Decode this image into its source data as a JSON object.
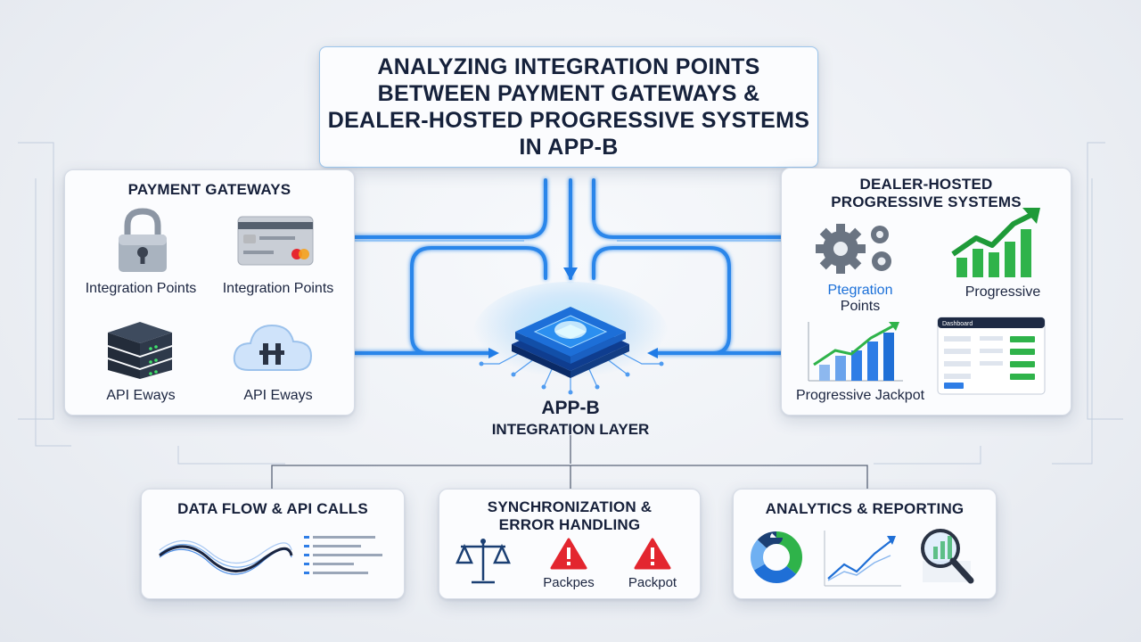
{
  "title": {
    "lines": [
      "ANALYZING INTEGRATION POINTS",
      "BETWEEN PAYMENT GATEWAYS &",
      "DEALER-HOSTED PROGRESSIVE SYSTEMS",
      "IN APP-B"
    ]
  },
  "left_panel": {
    "heading": "PAYMENT GATEWAYS",
    "items": [
      {
        "label": "Integration Points",
        "icon": "padlock-icon"
      },
      {
        "label": "Integration Points",
        "icon": "credit-card-icon"
      },
      {
        "label": "API Eways",
        "icon": "server-stack-icon"
      },
      {
        "label": "API Eways",
        "icon": "cloud-icon"
      }
    ]
  },
  "right_panel": {
    "heading_line1": "DEALER-HOSTED",
    "heading_line2": "PROGRESSIVE SYSTEMS",
    "items": [
      {
        "label_line1": "Ptegration",
        "label_line2": "Points",
        "icon": "gears-icon"
      },
      {
        "label": "Progressive",
        "icon": "growth-chart-icon"
      },
      {
        "label": "Progressive Jackpot",
        "icon": "bar-chart-icon"
      },
      {
        "icon": "dashboard-icon",
        "dashboard_title": "Dashboard"
      }
    ]
  },
  "core": {
    "line1": "APP-B",
    "line2": "INTEGRATION LAYER",
    "icon": "chip-icon"
  },
  "bottom_panels": [
    {
      "heading": "DATA FLOW & API CALLS",
      "icon": "waveform-icon"
    },
    {
      "heading_line1": "SYNCHRONIZATION &",
      "heading_line2": "ERROR HANDLING",
      "items": [
        {
          "icon": "scale-icon"
        },
        {
          "icon": "warning-icon",
          "label": "Packpes"
        },
        {
          "icon": "warning-icon",
          "label": "Packpot"
        }
      ]
    },
    {
      "heading": "ANALYTICS & REPORTING",
      "icon": "analytics-icon"
    }
  ],
  "colors": {
    "flow_blue": "#1f7be6",
    "accent_green": "#2fb34a",
    "alert_red": "#e3262f",
    "text_dark": "#16203a",
    "label_blue": "#1a6fd8"
  }
}
